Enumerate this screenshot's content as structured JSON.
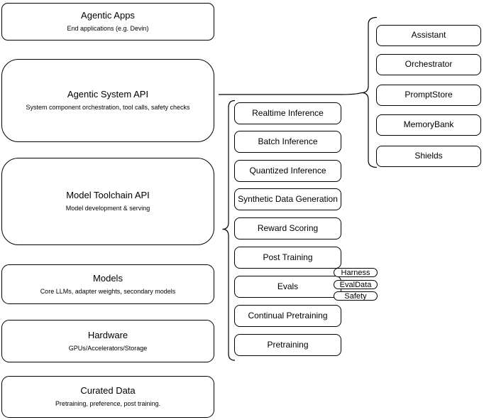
{
  "diagram": {
    "colors": {
      "background": "#ffffff",
      "node_fill": "#ffffff",
      "stroke": "#000000",
      "text": "#000000"
    },
    "stack_layers": [
      {
        "title": "Agentic Apps",
        "subtitle": "End applications (e.g. Devin)"
      },
      {
        "title": "Agentic System API",
        "subtitle": "System component orchestration, tool calls, safety checks"
      },
      {
        "title": "Model Toolchain API",
        "subtitle": "Model development & serving"
      },
      {
        "title": "Models",
        "subtitle": "Core LLMs, adapter weights, secondary models"
      },
      {
        "title": "Hardware",
        "subtitle": "GPUs/Accelerators/Storage"
      },
      {
        "title": "Curated Data",
        "subtitle": "Pretraining, preference, post training."
      }
    ],
    "toolchain_components": [
      "Realtime Inference",
      "Batch Inference",
      "Quantized Inference",
      "Synthetic Data Generation",
      "Reward Scoring",
      "Post Training",
      "Evals",
      "Continual Pretraining",
      "Pretraining"
    ],
    "evals_subcomponents": [
      "Harness",
      "EvalData",
      "Safety"
    ],
    "system_components": [
      "Assistant",
      "Orchestrator",
      "PromptStore",
      "MemoryBank",
      "Shields"
    ]
  }
}
